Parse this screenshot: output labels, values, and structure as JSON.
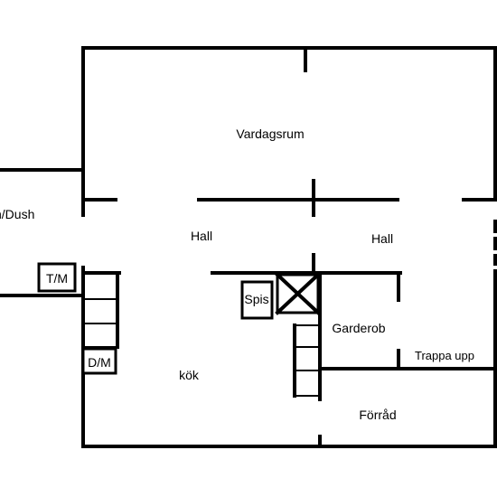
{
  "rooms": {
    "vardagsrum": "Vardagsrum",
    "bad": "n/Dush",
    "hall_left": "Hall",
    "hall_right": "Hall",
    "kok": "kök",
    "garderob": "Garderob",
    "trappa": "Trappa upp",
    "forrad": "Förråd"
  },
  "fixtures": {
    "tm": "T/M",
    "dm": "D/M",
    "spis": "Spis"
  }
}
